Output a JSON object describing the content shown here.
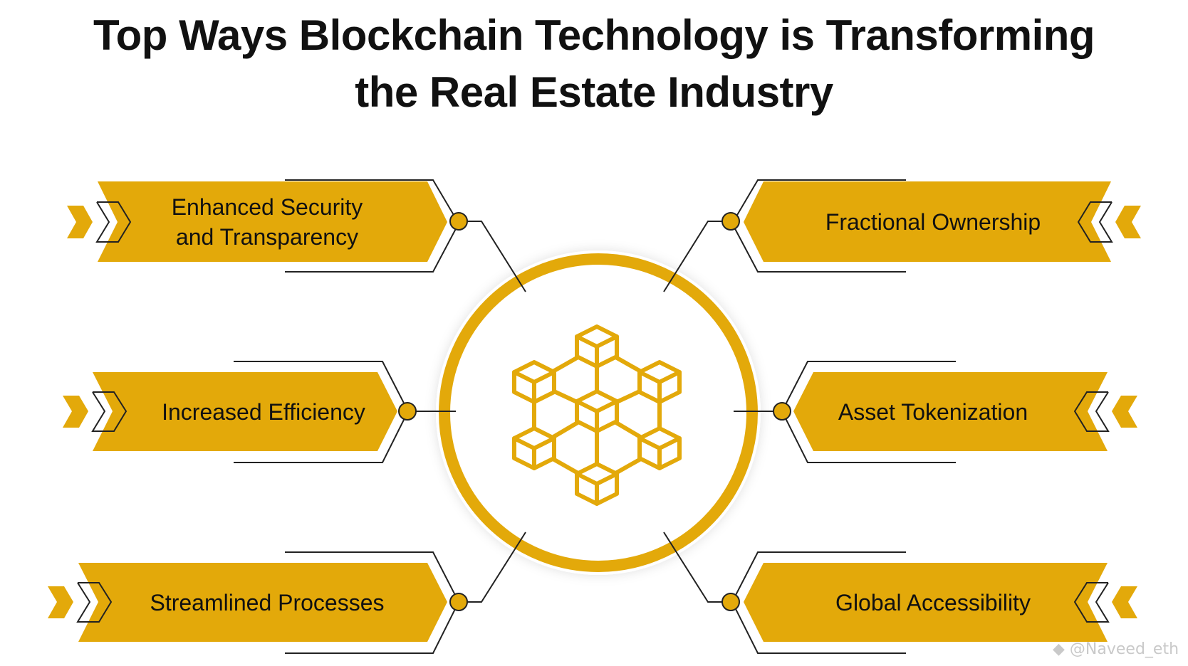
{
  "title": {
    "line1": "Top Ways Blockchain Technology is Transforming",
    "line2": "the Real Estate Industry"
  },
  "items": {
    "enhanced_security": {
      "line1": "Enhanced Security",
      "line2": "and Transparency"
    },
    "fractional_ownership": {
      "label": "Fractional Ownership"
    },
    "increased_efficiency": {
      "label": "Increased Efficiency"
    },
    "asset_tokenization": {
      "label": "Asset Tokenization"
    },
    "streamlined_processes": {
      "label": "Streamlined Processes"
    },
    "global_accessibility": {
      "label": "Global Accessibility"
    }
  },
  "center_icon": "blockchain-cubes-icon",
  "watermark": "@Naveed_eth",
  "colors": {
    "accent": "#E3A90A",
    "text": "#111111",
    "line": "#222222"
  }
}
